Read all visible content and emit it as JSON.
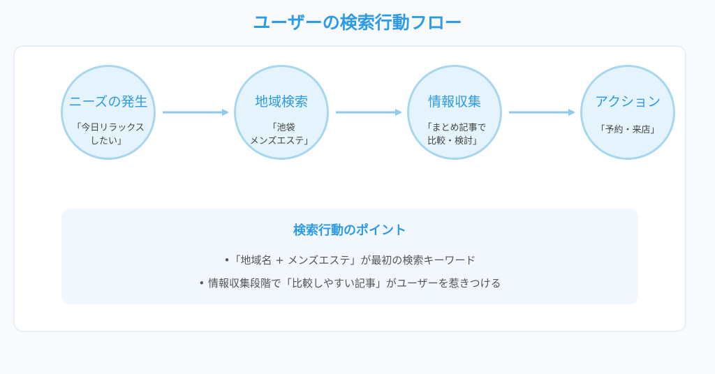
{
  "title": "ユーザーの検索行動フロー",
  "steps": [
    {
      "label": "ニーズの発生",
      "desc": "「今日リラックス\nしたい」"
    },
    {
      "label": "地域検索",
      "desc": "「池袋\nメンズエステ」"
    },
    {
      "label": "情報収集",
      "desc": "「まとめ記事で\n比較・検討」"
    },
    {
      "label": "アクション",
      "desc": "「予約・来店」"
    }
  ],
  "points": {
    "title": "検索行動のポイント",
    "items": [
      "•「地域名 + メンズエステ」が最初の検索キーワード",
      "• 情報収集段階で「比較しやすい記事」がユーザーを惹きつける"
    ]
  },
  "colors": {
    "accent": "#2d9be6",
    "circle_fill": "#e5f3fc",
    "circle_border": "#a7d7ef",
    "arrow": "#8ec9ea",
    "panel": "#f1f7fd"
  }
}
